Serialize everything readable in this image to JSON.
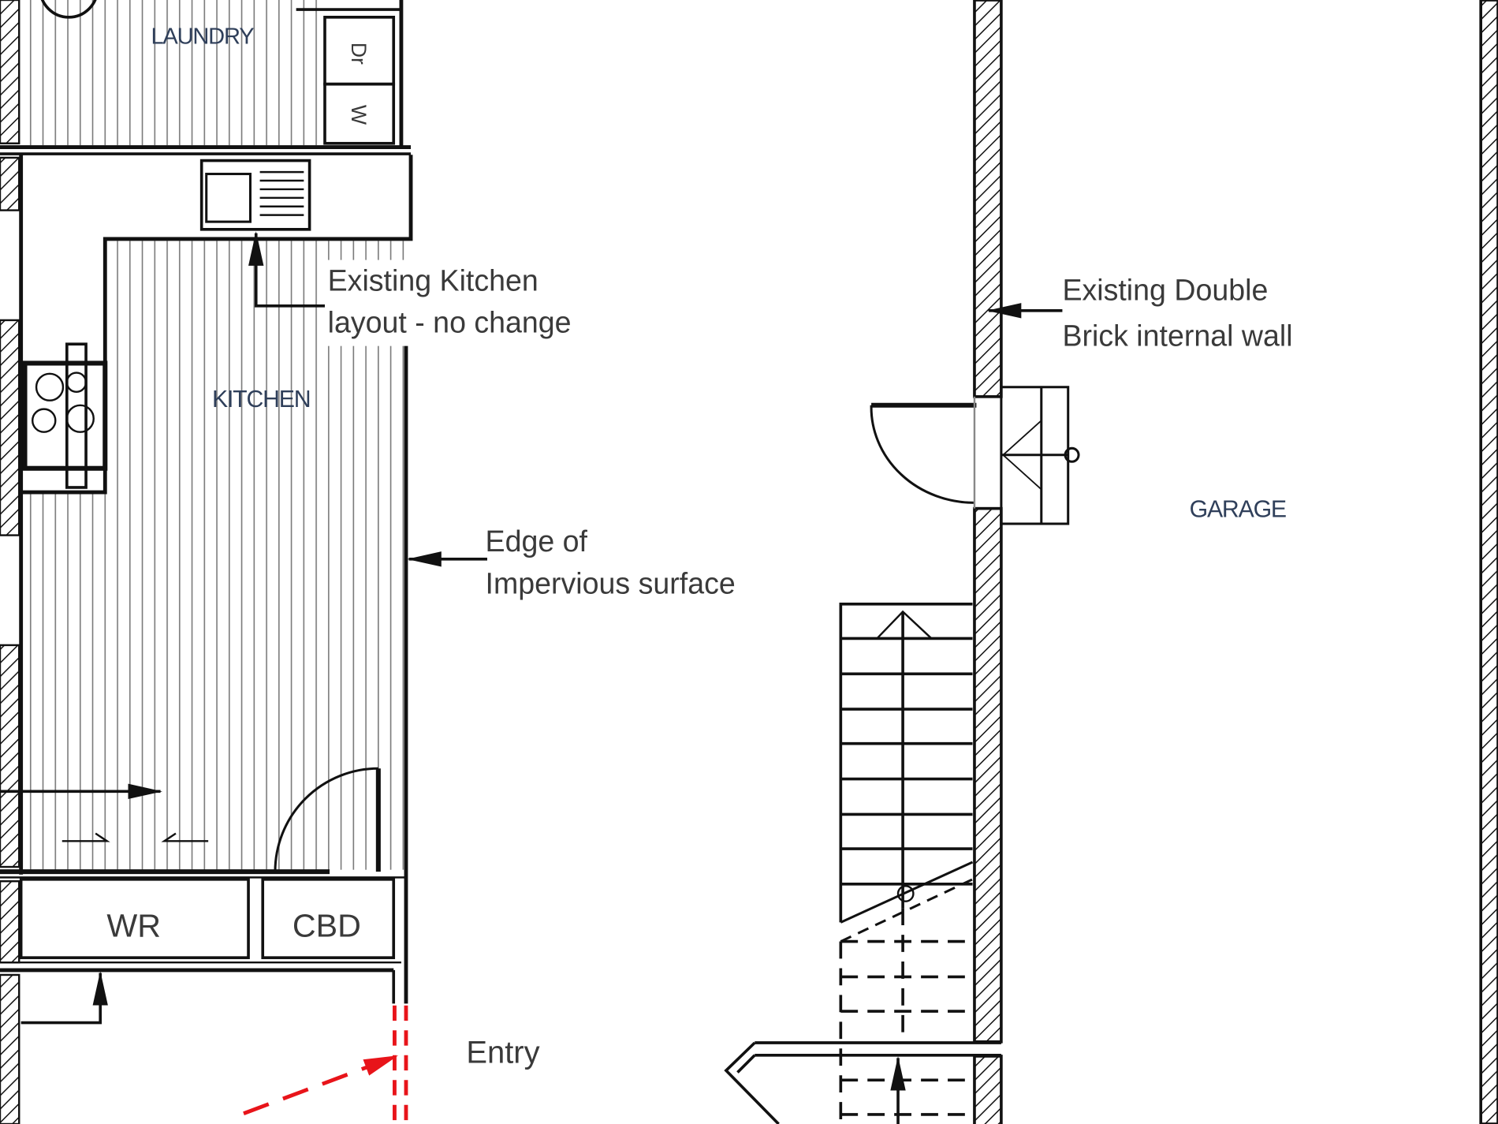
{
  "rooms": {
    "laundry": "LAUNDRY",
    "kitchen": "KITCHEN",
    "garage": "GARAGE",
    "wr": "WR",
    "cbd": "CBD"
  },
  "appliances": {
    "dryer": "Dr",
    "washer": "W"
  },
  "annotations": {
    "kitchen_line1": "Existing Kitchen",
    "kitchen_line2": "layout - no change",
    "impervious_line1": "Edge of",
    "impervious_line2": "Impervious surface",
    "wall_line1": "Existing Double",
    "wall_line2": "Brick internal wall",
    "entry": "Entry"
  },
  "colors": {
    "line": "#111111",
    "entry_marker": "#e8141a",
    "room_label": "#2f3f5a"
  }
}
